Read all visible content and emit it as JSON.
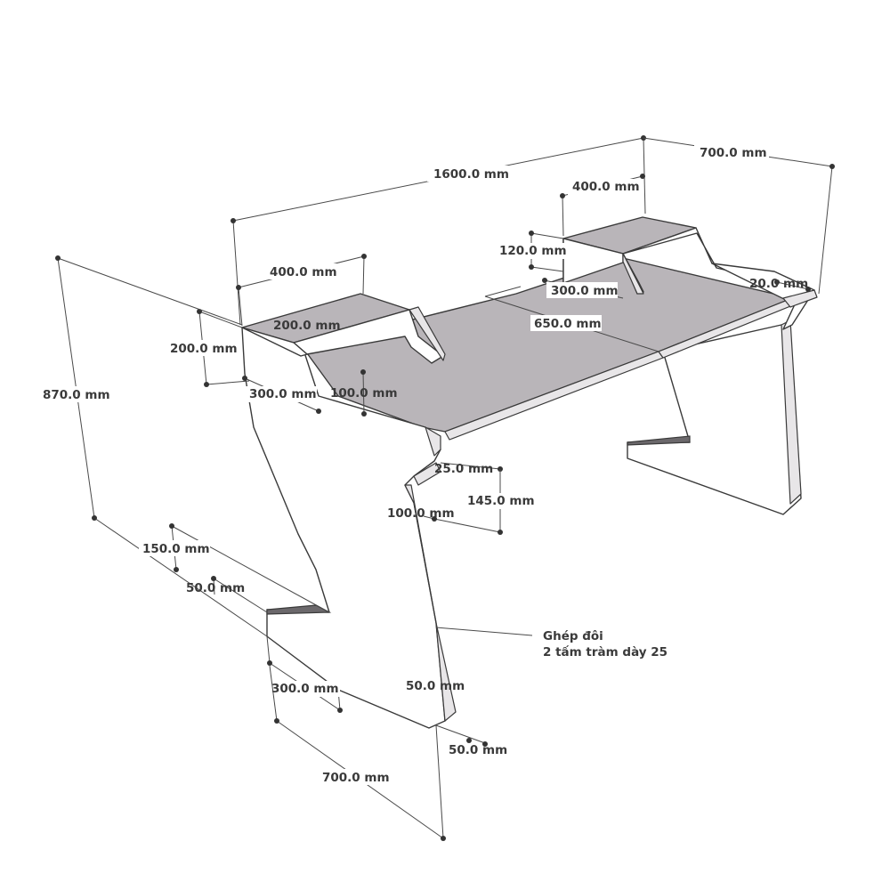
{
  "dimensions": {
    "overall_width": "1600.0 mm",
    "overall_depth": "700.0 mm",
    "shelf_left_width": "400.0 mm",
    "shelf_right_width": "400.0 mm",
    "shelf_left_depth": "200.0 mm",
    "shelf_left_height": "200.0 mm",
    "shelf_right_height": "120.0 mm",
    "shelf_right_offset": "300.0 mm",
    "shelf_left_offset": "300.0 mm",
    "desk_depth": "650.0 mm",
    "edge_thickness": "20.0 mm",
    "front_offset": "100.0 mm",
    "total_height": "870.0 mm",
    "notch_depth": "25.0 mm",
    "notch_height": "145.0 mm",
    "notch_offset": "100.0 mm",
    "foot_height": "150.0 mm",
    "foot_thickness": "50.0 mm",
    "foot_length": "300.0 mm",
    "base_depth": "700.0 mm",
    "leg_thickness_upper": "50.0 mm",
    "leg_thickness_lower": "50.0 mm"
  },
  "note": {
    "line1": "Ghép đôi",
    "line2": "2 tấm tràm dày 25"
  }
}
